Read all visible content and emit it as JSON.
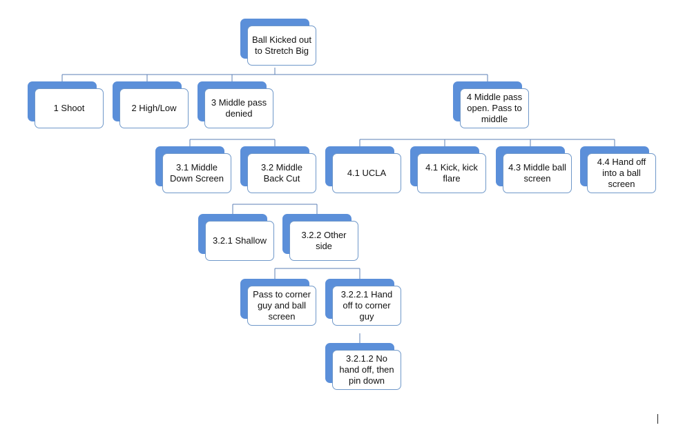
{
  "colors": {
    "node_back": "#5B8FD9",
    "node_border": "#6E97C9",
    "connector": "#5B7FB5"
  },
  "nodes": {
    "root": "Ball Kicked out to Stretch Big",
    "n1": "1 Shoot",
    "n2": "2 High/Low",
    "n3": "3 Middle pass denied",
    "n4": "4 Middle pass open. Pass to middle",
    "n3_1": "3.1 Middle Down Screen",
    "n3_2": "3.2 Middle Back Cut",
    "n4_1a": "4.1 UCLA",
    "n4_1b": "4.1 Kick, kick flare",
    "n4_3": "4.3 Middle ball screen",
    "n4_4": "4.4 Hand off into a ball screen",
    "n3_2_1": "3.2.1 Shallow",
    "n3_2_2": "3.2.2 Other side",
    "n_pass_corner": "Pass to corner guy and ball screen",
    "n3_2_2_1": "3.2.2.1 Hand off to corner guy",
    "n3_2_1_2": "3.2.1.2 No hand off, then pin down"
  }
}
